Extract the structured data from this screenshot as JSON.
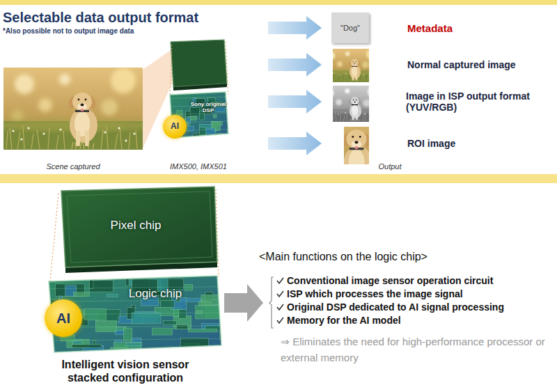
{
  "diagram": {
    "title": "Selectable data output format",
    "nodes": [
      {
        "text": [
          "Sony original DSP"
        ]
      },
      {
        "text": [
          "AI"
        ]
      },
      {
        "text": [
          "\"Dog\""
        ]
      },
      {
        "text": [
          "Pixel chip"
        ]
      },
      {
        "text": [
          "Logic chip"
        ]
      },
      {
        "text": [
          "AI"
        ]
      }
    ],
    "labels": [
      "*Also possible not to output image data",
      "Scene captured",
      "IMX500, IMX501",
      "Output",
      "Metadata",
      "Normal captured image",
      "Image in ISP output format (YUV/RGB)",
      "ROI image",
      "Intelligent vision sensor stacked configuration",
      "<Main functions on the logic chip>",
      "Conventional image sensor operation circuit",
      "ISP which processes the image signal",
      "Original DSP dedicated to AI signal processing",
      "Memory for the AI model",
      "⇒ Eliminates the need for high-performance processor or external memory"
    ]
  }
}
